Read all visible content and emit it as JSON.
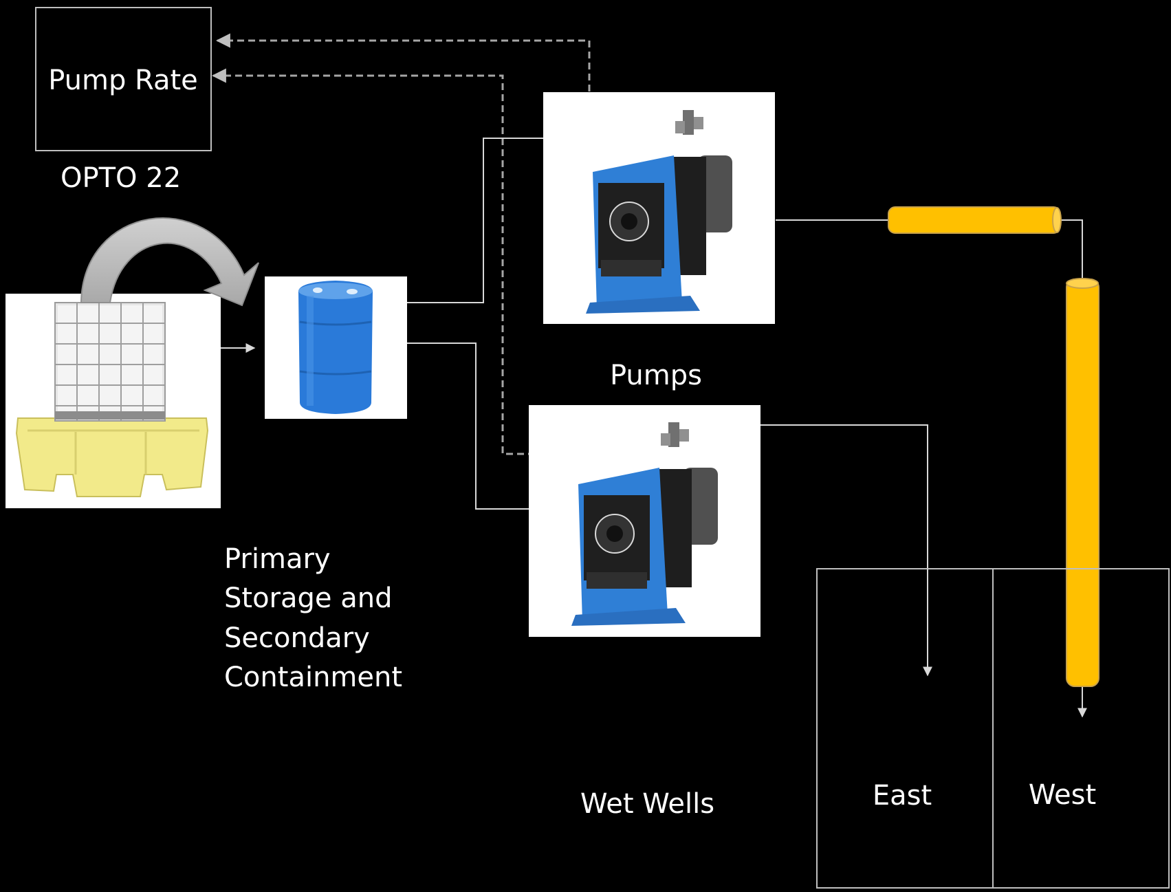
{
  "labels": {
    "pump_rate": "Pump Rate",
    "opto": "OPTO 22",
    "pumps": "Pumps",
    "storage_line1": "Primary",
    "storage_line2": "Storage and",
    "storage_line3": "Secondary",
    "storage_line4": "Containment",
    "wet_wells": "Wet Wells",
    "east": "East",
    "west": "West"
  },
  "icons": {
    "tote": "ibc-tote-on-spill-pallet",
    "drum": "blue-chemical-drum",
    "pump": "metering-pump",
    "transfer_arrow": "curved-transfer-arrow",
    "injection_pipe": "injection-pipe"
  },
  "colors": {
    "background": "#000000",
    "text": "#ffffff",
    "line": "#d9d9d9",
    "dashed_signal": "#a6a6a6",
    "pipe_fill": "#ffc000",
    "pipe_edge": "#c9a24a",
    "pump_blue": "#2f7fd6",
    "drum_blue": "#2a7ad9",
    "tote_yellow": "#f2ea8a"
  }
}
